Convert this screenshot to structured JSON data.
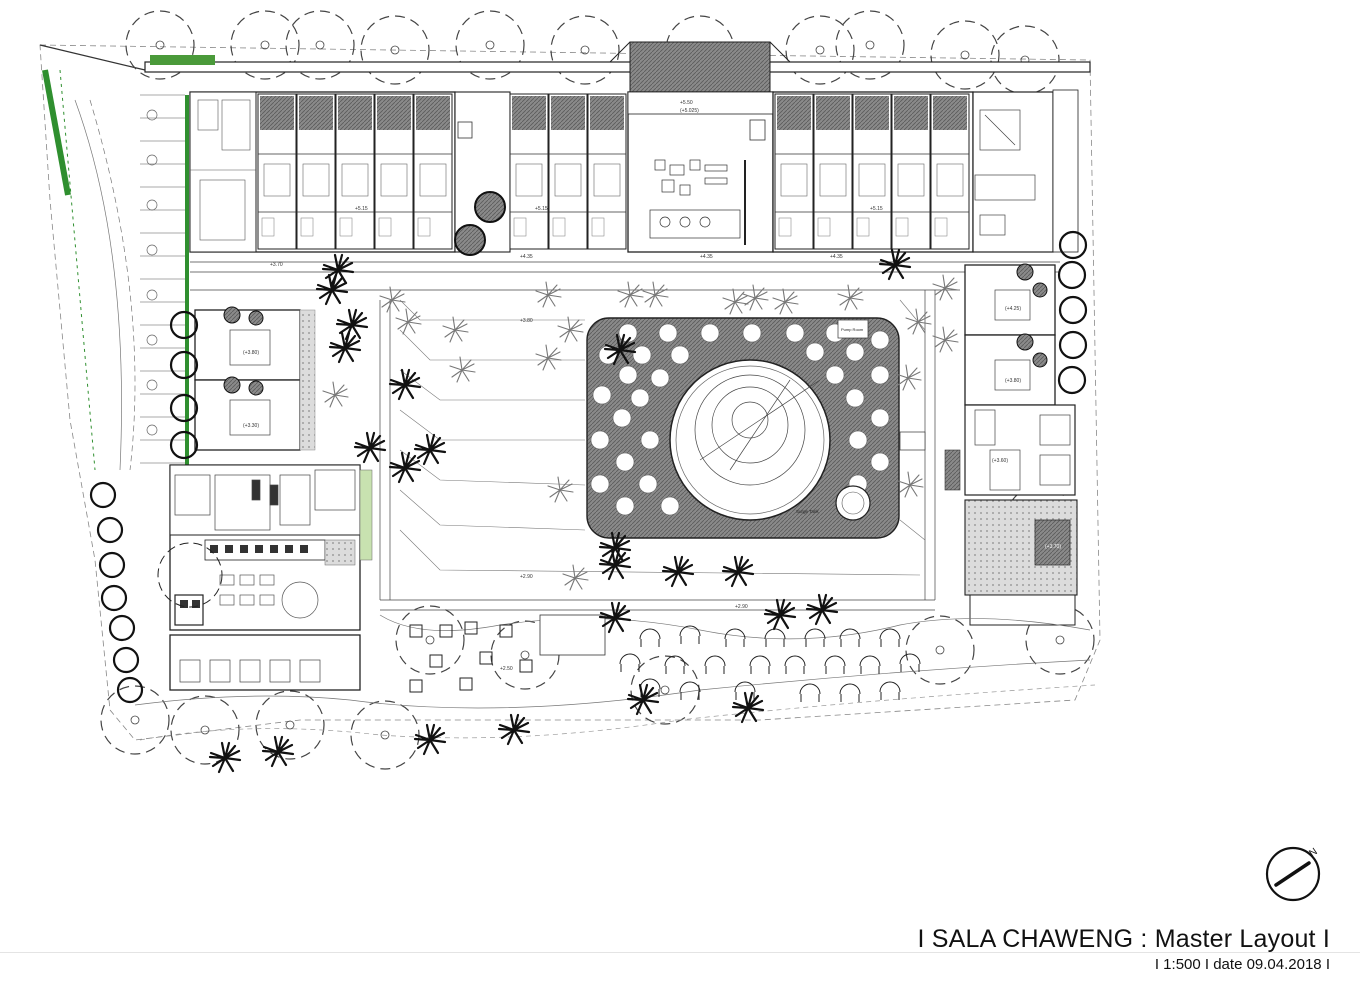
{
  "drawing": {
    "title": "I SALA CHAWENG : Master Layout I",
    "subtitle": "I 1:500 I date 09.04.2018 I",
    "north_label": "N"
  },
  "labels": {
    "water_tank": "Surge Tank",
    "pump_room": "Pump Room",
    "villa_levels": [
      "(+3.80)",
      "(+3.30)",
      "(+4.25)",
      "(+3.80)",
      "(+3.60)",
      "(+3.70)"
    ],
    "level_marks": [
      "+5.15",
      "+5.15",
      "+5.15",
      "+4.35",
      "+4.35",
      "+4.35",
      "+3.70",
      "+3.80",
      "+2.90",
      "+2.90",
      "+2.50"
    ],
    "lobby_level": "(+5.025)",
    "lobby_mark": "+5.50"
  },
  "colors": {
    "line": "#222222",
    "pool_fill": "#8c8c8c",
    "hatch": "#9a9a9a",
    "green_hedge": "#2f8f2f",
    "light_green": "#c8e2b0"
  }
}
